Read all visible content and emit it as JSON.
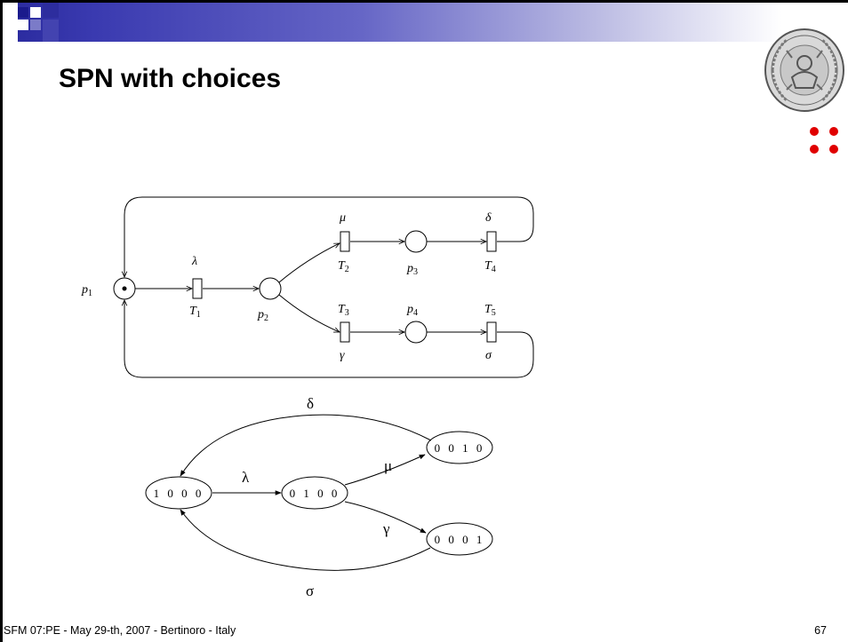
{
  "slide": {
    "title": "SPN with choices",
    "footer": "SFM 07:PE - May 29-th, 2007 - Bertinoro - Italy",
    "page_number": "67"
  },
  "petri_net": {
    "places": [
      "p1",
      "p2",
      "p3",
      "p4"
    ],
    "transitions": [
      {
        "name": "T1",
        "rate": "λ"
      },
      {
        "name": "T2",
        "rate": "μ"
      },
      {
        "name": "T3",
        "rate": "γ"
      },
      {
        "name": "T4",
        "rate": "δ"
      },
      {
        "name": "T5",
        "rate": "σ"
      }
    ],
    "initial_token_place": "p1"
  },
  "state_graph": {
    "states": [
      "1 0 0 0",
      "0 1 0 0",
      "0 0 1 0",
      "0 0 0 1"
    ],
    "edges": [
      {
        "from": "1 0 0 0",
        "to": "0 1 0 0",
        "label": "λ"
      },
      {
        "from": "0 1 0 0",
        "to": "0 0 1 0",
        "label": "μ"
      },
      {
        "from": "0 1 0 0",
        "to": "0 0 0 1",
        "label": "γ"
      },
      {
        "from": "0 0 1 0",
        "to": "1 0 0 0",
        "label": "δ"
      },
      {
        "from": "0 0 0 1",
        "to": "1 0 0 0",
        "label": "σ"
      }
    ]
  },
  "colors": {
    "banner_dark": "#2c2ca0",
    "accent_dots": "#e00000"
  },
  "icons": [
    "university-seal-icon",
    "four-dots-icon"
  ]
}
